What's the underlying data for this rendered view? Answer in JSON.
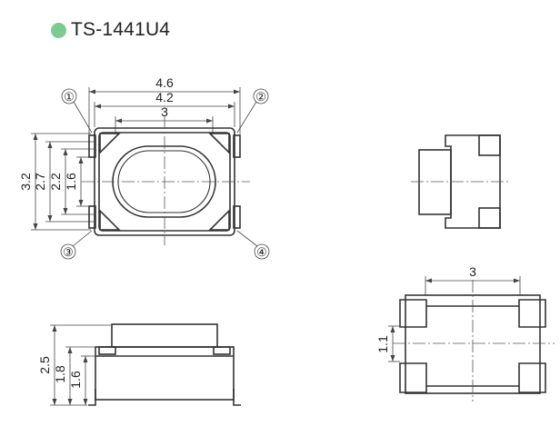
{
  "title": {
    "text": "TS-1441U4",
    "dot_color": "#7ccc92"
  },
  "top_view": {
    "dims": {
      "overall_width": "4.6",
      "body_width": "4.2",
      "center_width": "3",
      "h32": "3.2",
      "h27": "2.7",
      "h22": "2.2",
      "h16": "1.6"
    },
    "callouts": [
      "①",
      "②",
      "③",
      "④"
    ]
  },
  "front_view": {
    "dims": {
      "h25": "2.5",
      "h18": "1.8",
      "h16": "1.6"
    }
  },
  "bottom_view": {
    "dims": {
      "width": "3",
      "height": "1.1"
    }
  }
}
